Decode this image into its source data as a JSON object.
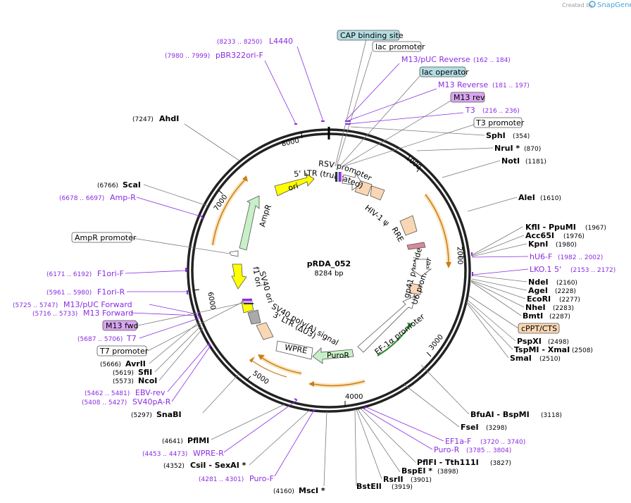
{
  "credit": {
    "prefix": "Created by",
    "brand": "SnapGene"
  },
  "plasmid": {
    "name": "pRDA_052",
    "size": "8284 bp"
  },
  "ruler": [
    "1000",
    "2000",
    "3000",
    "4000",
    "5000",
    "6000",
    "7000",
    "8000"
  ],
  "colors": {
    "promoter_box": "#ffffff",
    "misc_box": "#b3dde3",
    "primer_box": "#d9a6f0",
    "ori_feature": "#ffff00",
    "ampr_feature": "#c8f0c8",
    "puror_feature": "#c8f0c8",
    "ltr_feature": "#fad7b4",
    "lentiviral_arc": "#e8a33b",
    "primer": "#8a2be2"
  },
  "labels": {
    "cap_binding_site": "CAP binding site",
    "lac_promoter": "lac promoter",
    "m13_puc_reverse": "M13/pUC Reverse",
    "m13_puc_reverse_pos": "(162 .. 184)",
    "lac_operator": "lac operator",
    "m13_reverse": "M13 Reverse",
    "m13_reverse_pos": "(181 .. 197)",
    "m13_rev": "M13 rev",
    "t3": "T3",
    "t3_pos": "(216 .. 236)",
    "t3_promoter": "T3 promoter",
    "sphi": "SphI",
    "sphi_pos": "(354)",
    "nrui": "NruI *",
    "nrui_pos": "(870)",
    "noti": "NotI",
    "noti_pos": "(1181)",
    "alei": "AleI",
    "alei_pos": "(1610)",
    "kfli_ppumi": "KflI - PpuMI",
    "kfli_ppumi_pos": "(1967)",
    "acc65i": "Acc65I",
    "acc65i_pos": "(1976)",
    "kpni": "KpnI",
    "kpni_pos": "(1980)",
    "hu6f": "hU6-F",
    "hu6f_pos": "(1982 .. 2002)",
    "lko1": "LKO.1 5'",
    "lko1_pos": "(2153 .. 2172)",
    "ndei": "NdeI",
    "ndei_pos": "(2160)",
    "agei": "AgeI",
    "agei_pos": "(2228)",
    "ecori": "EcoRI",
    "ecori_pos": "(2277)",
    "nhei": "NheI",
    "nhei_pos": "(2283)",
    "bmti": "BmtI",
    "bmti_pos": "(2287)",
    "cppt": "cPPT/CTS",
    "pspxi": "PspXI",
    "pspxi_pos": "(2498)",
    "tspmi_xmai": "TspMI - XmaI",
    "tspmi_xmai_pos": "(2508)",
    "smai": "SmaI",
    "smai_pos": "(2510)",
    "bfuai_bspmi": "BfuAI - BspMI",
    "bfuai_bspmi_pos": "(3118)",
    "fsei": "FseI",
    "fsei_pos": "(3298)",
    "ef1af": "EF1a-F",
    "ef1af_pos": "(3720 .. 3740)",
    "puror_primer": "Puro-R",
    "puror_primer_pos": "(3785 .. 3804)",
    "pflfi_tth111i": "PflFI - Tth111I",
    "pflfi_tth111i_pos": "(3827)",
    "bspei": "BspEI *",
    "bspei_pos": "(3898)",
    "rsrii": "RsrII",
    "rsrii_pos": "(3901)",
    "bsteii": "BstEII",
    "bsteii_pos": "(3919)",
    "msci": "MscI *",
    "msci_pos": "(4160)",
    "purof": "Puro-F",
    "purof_pos": "(4281 .. 4301)",
    "csii_sexai": "CsiI - SexAI *",
    "csii_sexai_pos": "(4352)",
    "wprer": "WPRE-R",
    "wprer_pos": "(4453 .. 4473)",
    "pflmi": "PflMI",
    "pflmi_pos": "(4641)",
    "snabi": "SnaBI",
    "snabi_pos": "(5297)",
    "sv40par": "SV40pA-R",
    "sv40par_pos": "(5408 .. 5427)",
    "ebvrev": "EBV-rev",
    "ebvrev_pos": "(5462 .. 5481)",
    "ncoi": "NcoI",
    "ncoi_pos": "(5573)",
    "sfii": "SfiI",
    "sfii_pos": "(5619)",
    "avrii": "AvrII",
    "avrii_pos": "(5666)",
    "t7_promoter": "T7 promoter",
    "t7": "T7",
    "t7_pos": "(5687 .. 5706)",
    "m13_fwd": "M13 fwd",
    "m13_forward": "M13 Forward",
    "m13_forward_pos": "(5716 .. 5733)",
    "m13_puc_forward": "M13/pUC Forward",
    "m13_puc_forward_pos": "(5725 .. 5747)",
    "f1ori_r": "F1ori-R",
    "f1ori_r_pos": "(5961 .. 5980)",
    "f1ori_f": "F1ori-F",
    "f1ori_f_pos": "(6171 .. 6192)",
    "ampr_promoter": "AmpR promoter",
    "amp_r": "Amp-R",
    "amp_r_pos": "(6678 .. 6697)",
    "scai": "ScaI",
    "scai_pos": "(6766)",
    "ahdi": "AhdI",
    "ahdi_pos": "(7247)",
    "pbr322": "pBR322ori-F",
    "pbr322_pos": "(7980 .. 7999)",
    "l4440": "L4440",
    "l4440_pos": "(8233 .. 8250)"
  },
  "features": {
    "rsv_promoter": "RSV promoter",
    "ltr5": "5' LTR (truncated)",
    "hiv_psi": "HIV-1 ψ",
    "rre": "RRE",
    "gp41": "gp41 peptide",
    "u6": "U6 promoter",
    "ef1a": "EF-1α promoter",
    "puror": "PuroR",
    "wpre": "WPRE",
    "ltr3": "3' LTR (ΔU3)",
    "sv40_polya": "SV40 poly(A) signal",
    "sv40_ori": "SV40 ori",
    "f1_ori": "f1 ori",
    "ampr": "AmpR",
    "ori": "ori"
  }
}
